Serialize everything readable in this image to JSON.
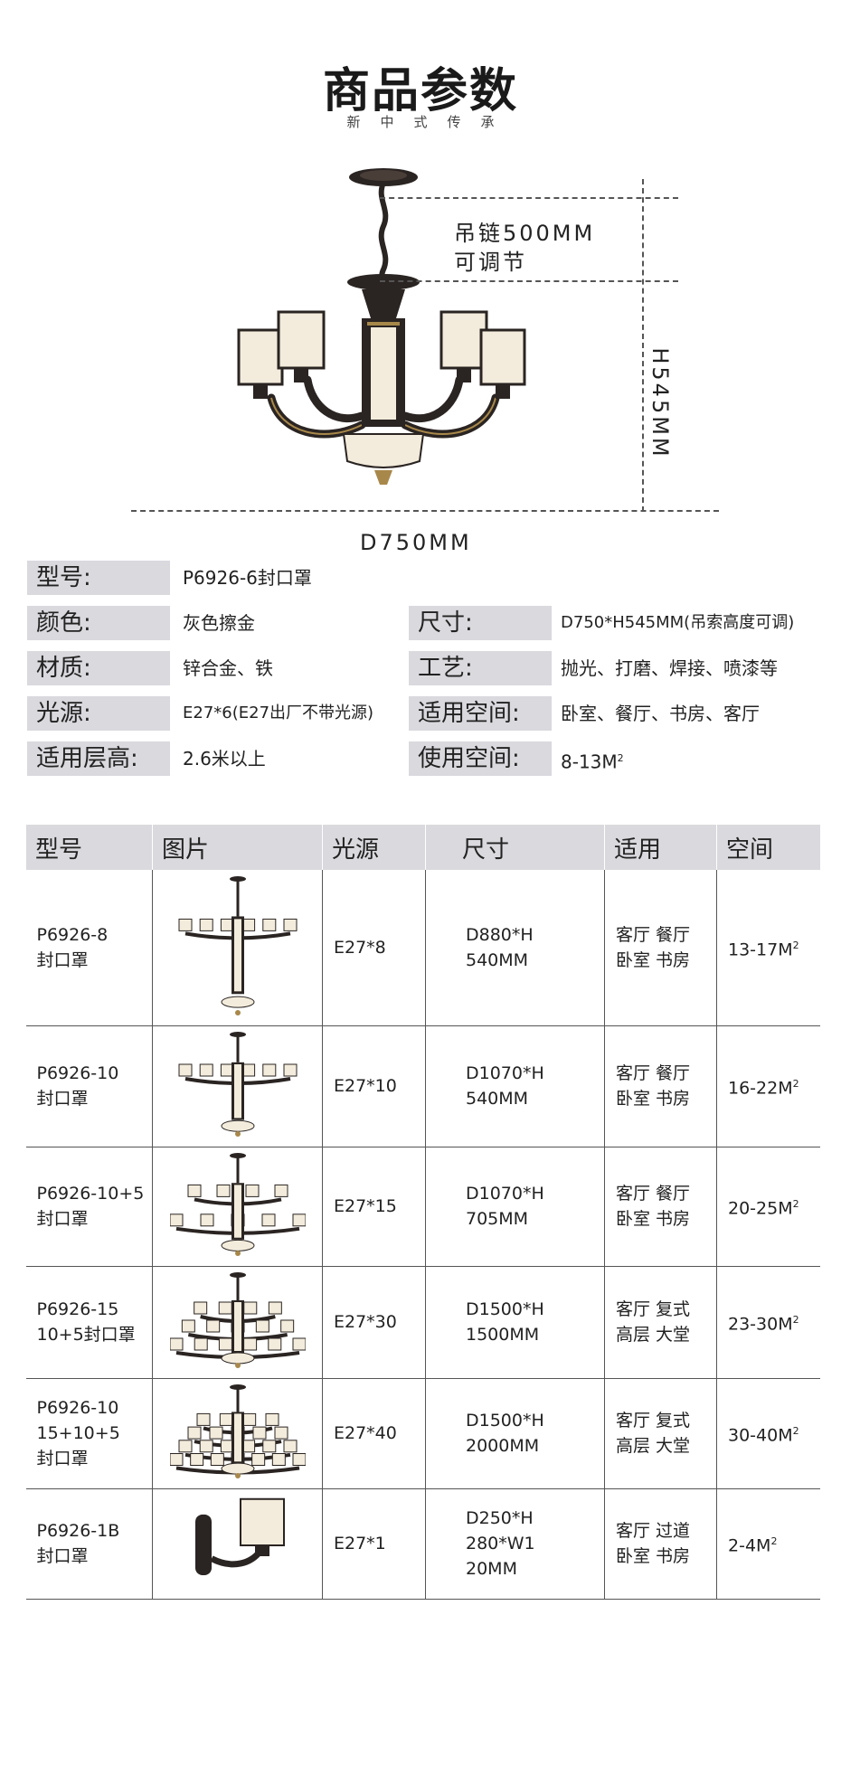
{
  "header": {
    "title": "商品参数",
    "subtitle": "新中式传承"
  },
  "diagram": {
    "chain_label_1": "吊链500MM",
    "chain_label_2": "可调节",
    "height_label": "H545MM",
    "diameter_label": "D750MM"
  },
  "specs": {
    "model": {
      "label": "型号:",
      "value": "P6926-6封口罩"
    },
    "color": {
      "label": "颜色:",
      "value": "灰色擦金"
    },
    "size": {
      "label": "尺寸:",
      "value": "D750*H545MM(吊索高度可调)"
    },
    "material": {
      "label": "材质:",
      "value": "锌合金、铁"
    },
    "craft": {
      "label": "工艺:",
      "value": "抛光、打磨、焊接、喷漆等"
    },
    "light": {
      "label": "光源:",
      "value": "E27*6(E27出厂不带光源)"
    },
    "space": {
      "label": "适用空间:",
      "value": "卧室、餐厅、书房、客厅"
    },
    "floor_height": {
      "label": "适用层高:",
      "value": "2.6米以上"
    },
    "area": {
      "label": "使用空间:",
      "value": "8-13M",
      "unit_sup": "2"
    }
  },
  "table": {
    "headers": [
      "型号",
      "图片",
      "光源",
      "尺寸",
      "适用",
      "空间"
    ],
    "rows": [
      {
        "model": [
          "P6926-8",
          "封口罩"
        ],
        "light": "E27*8",
        "size": [
          "D880*H",
          "540MM"
        ],
        "use": [
          "客厅 餐厅",
          "卧室 书房"
        ],
        "space": "13-17M",
        "sup": "2",
        "tiers": 1,
        "arms": 8
      },
      {
        "model": [
          "P6926-10",
          "封口罩"
        ],
        "light": "E27*10",
        "size": [
          "D1070*H",
          "540MM"
        ],
        "use": [
          "客厅 餐厅",
          "卧室 书房"
        ],
        "space": "16-22M",
        "sup": "2",
        "tiers": 1,
        "arms": 10
      },
      {
        "model": [
          "P6926-10+5",
          "封口罩"
        ],
        "light": "E27*15",
        "size": [
          "D1070*H",
          "705MM"
        ],
        "use": [
          "客厅 餐厅",
          "卧室 书房"
        ],
        "space": "20-25M",
        "sup": "2",
        "tiers": 2,
        "arms": 15
      },
      {
        "model": [
          "P6926-15",
          "10+5封口罩"
        ],
        "light": "E27*30",
        "size": [
          "D1500*H",
          "1500MM"
        ],
        "use": [
          "客厅 复式",
          "高层 大堂"
        ],
        "space": "23-30M",
        "sup": "2",
        "tiers": 3,
        "arms": 30
      },
      {
        "model": [
          "P6926-10",
          "15+10+5",
          "封口罩"
        ],
        "light": "E27*40",
        "size": [
          "D1500*H",
          "2000MM"
        ],
        "use": [
          "客厅 复式",
          "高层 大堂"
        ],
        "space": "30-40M",
        "sup": "2",
        "tiers": 4,
        "arms": 40
      },
      {
        "model": [
          "P6926-1B",
          "封口罩"
        ],
        "light": "E27*1",
        "size": [
          "D250*H",
          "280*W1",
          "20MM"
        ],
        "use": [
          "客厅 过道",
          "卧室 书房"
        ],
        "space": "2-4M",
        "sup": "2",
        "tiers": 0,
        "arms": 1
      }
    ]
  },
  "colors": {
    "label_bg": "#d9d9de",
    "metal": "#2a2422",
    "gold": "#a8884a",
    "shade": "#f3ecdc"
  }
}
